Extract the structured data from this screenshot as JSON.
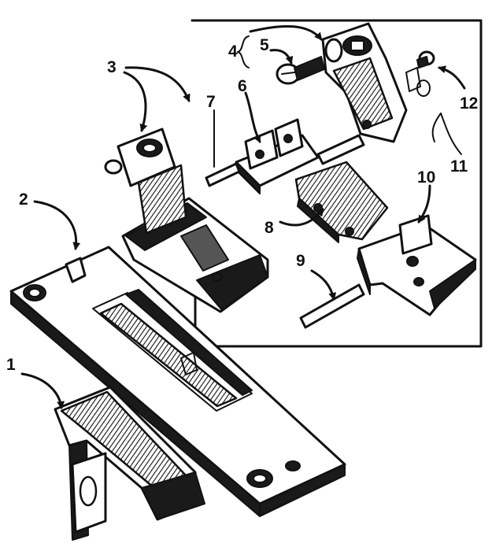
{
  "figure": {
    "callouts": [
      {
        "id": "1",
        "label": "1"
      },
      {
        "id": "2",
        "label": "2"
      },
      {
        "id": "3",
        "label": "3"
      },
      {
        "id": "4",
        "label": "4"
      },
      {
        "id": "5",
        "label": "5"
      },
      {
        "id": "6",
        "label": "6"
      },
      {
        "id": "7",
        "label": "7"
      },
      {
        "id": "8",
        "label": "8"
      },
      {
        "id": "9",
        "label": "9"
      },
      {
        "id": "10",
        "label": "10"
      },
      {
        "id": "11",
        "label": "11"
      },
      {
        "id": "12",
        "label": "12"
      }
    ],
    "colors": {
      "ink": "#111111",
      "paper": "#ffffff"
    }
  }
}
